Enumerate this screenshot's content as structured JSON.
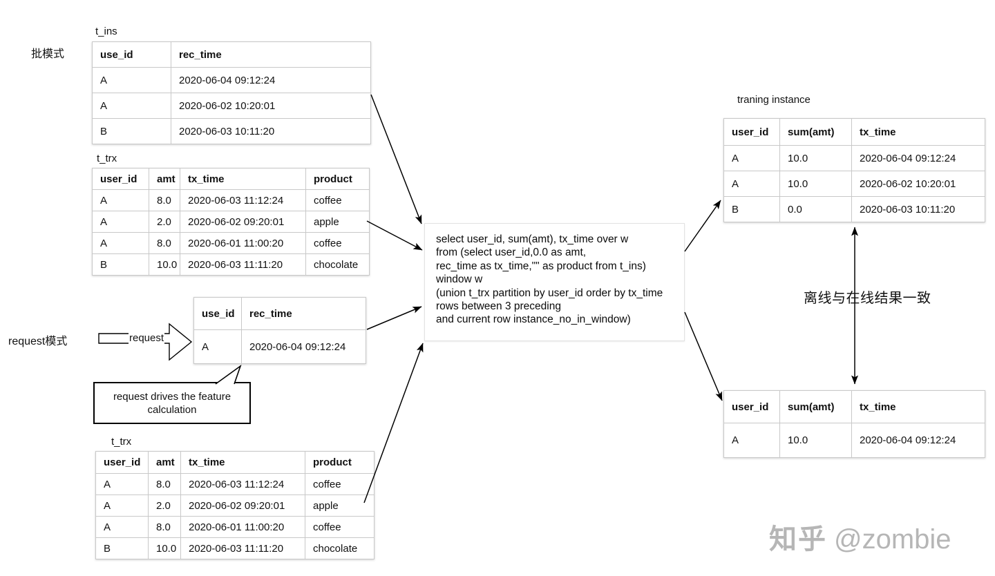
{
  "labels": {
    "batch_mode": "批模式",
    "request_mode": "request模式",
    "t_ins_title": "t_ins",
    "t_trx_top_title": "t_trx",
    "t_trx_bottom_title": "t_trx",
    "training_title": "traning instance",
    "consistency_note": "离线与在线结果一致",
    "request_arrow_label": "request",
    "callout_text": "request drives the feature calculation"
  },
  "tables": {
    "t_ins": {
      "headers": [
        "use_id",
        "rec_time"
      ],
      "rows": [
        [
          "A",
          "2020-06-04 09:12:24"
        ],
        [
          "A",
          "2020-06-02 10:20:01"
        ],
        [
          "B",
          "2020-06-03 10:11:20"
        ]
      ]
    },
    "t_trx_top": {
      "headers": [
        "user_id",
        "amt",
        "tx_time",
        "product"
      ],
      "rows": [
        [
          "A",
          "8.0",
          "2020-06-03 11:12:24",
          "coffee"
        ],
        [
          "A",
          "2.0",
          "2020-06-02 09:20:01",
          "apple"
        ],
        [
          "A",
          "8.0",
          "2020-06-01 11:00:20",
          "coffee"
        ],
        [
          "B",
          "10.0",
          "2020-06-03 11:11:20",
          "chocolate"
        ]
      ]
    },
    "request_instance": {
      "headers": [
        "use_id",
        "rec_time"
      ],
      "rows": [
        [
          "A",
          "2020-06-04 09:12:24"
        ]
      ]
    },
    "t_trx_bottom": {
      "headers": [
        "user_id",
        "amt",
        "tx_time",
        "product"
      ],
      "rows": [
        [
          "A",
          "8.0",
          "2020-06-03 11:12:24",
          "coffee"
        ],
        [
          "A",
          "2.0",
          "2020-06-02 09:20:01",
          "apple"
        ],
        [
          "A",
          "8.0",
          "2020-06-01 11:00:20",
          "coffee"
        ],
        [
          "B",
          "10.0",
          "2020-06-03 11:11:20",
          "chocolate"
        ]
      ]
    },
    "training_instance": {
      "headers": [
        "user_id",
        "sum(amt)",
        "tx_time"
      ],
      "rows": [
        [
          "A",
          "10.0",
          "2020-06-04 09:12:24"
        ],
        [
          "A",
          "10.0",
          "2020-06-02 10:20:01"
        ],
        [
          "B",
          "0.0",
          "2020-06-03 10:11:20"
        ]
      ]
    },
    "online_result": {
      "headers": [
        "user_id",
        "sum(amt)",
        "tx_time"
      ],
      "rows": [
        [
          "A",
          "10.0",
          "2020-06-04 09:12:24"
        ]
      ]
    }
  },
  "sql_box": {
    "lines": [
      "select user_id, sum(amt), tx_time over w",
      "from (select user_id,0.0 as amt,",
      "rec_time as tx_time,\"\" as product from t_ins)",
      "window w",
      "(union t_trx partition by user_id order by tx_time",
      "rows between 3 preceding",
      "and current row instance_no_in_window)"
    ]
  },
  "watermark": {
    "brand": "知乎",
    "handle": "@zombie"
  },
  "colors": {
    "connector_line": "#000000",
    "table_border": "#c8c8c8",
    "sql_box_border": "#e2e2e2",
    "watermark_text": "#b6b6b6",
    "background": "#ffffff"
  }
}
